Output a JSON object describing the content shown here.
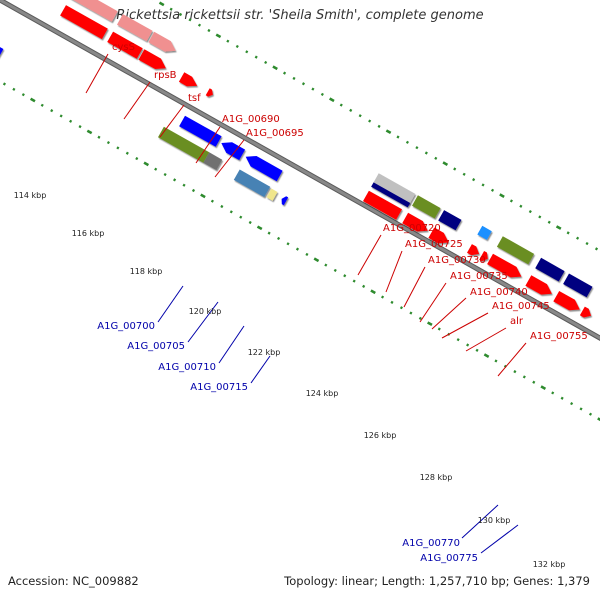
{
  "title": "Rickettsia rickettsii str. 'Sheila Smith', complete genome",
  "footer": {
    "accession": "Accession: NC_009882",
    "summary": "Topology: linear; Length: 1,257,710 bp; Genes: 1,379"
  },
  "colors": {
    "backbone": "#888888",
    "forward_label": "#cc0000",
    "reverse_label": "#0000aa",
    "tick": "#2e8b2e"
  },
  "kbp_labels": [
    "114 kbp",
    "116 kbp",
    "118 kbp",
    "120 kbp",
    "122 kbp",
    "124 kbp",
    "126 kbp",
    "128 kbp",
    "130 kbp",
    "132 kbp"
  ],
  "forward_labels": [
    "cysS",
    "rpsB",
    "tsf",
    "A1G_00690",
    "A1G_00695",
    "A1G_00720",
    "A1G_00725",
    "A1G_00730",
    "A1G_00735",
    "A1G_00740",
    "A1G_00745",
    "alr",
    "A1G_00755"
  ],
  "reverse_labels": [
    "A1G_00700",
    "A1G_00705",
    "A1G_00710",
    "A1G_00715",
    "A1G_00770",
    "A1G_00775"
  ]
}
